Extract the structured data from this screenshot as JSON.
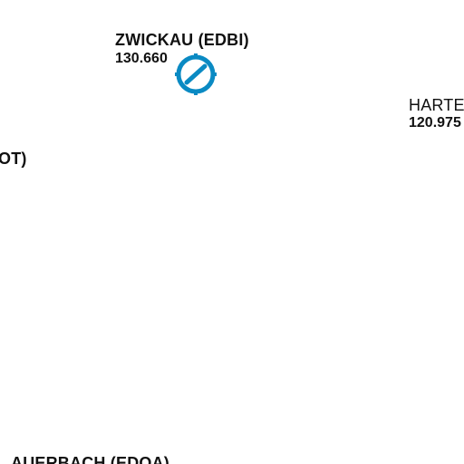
{
  "map": {
    "accent_color": "#0a8ac3",
    "airports": [
      {
        "id": "zwickau",
        "name": "ZWICKAU (EDBI)",
        "frequency": "130.660",
        "icon": "airport-icon"
      },
      {
        "id": "harte",
        "name": "HARTE",
        "frequency": "120.975",
        "icon": ""
      },
      {
        "id": "left-edge",
        "name": "OT)",
        "frequency": "",
        "icon": ""
      },
      {
        "id": "auerbach",
        "name": "AUERBACH (EDOA)",
        "frequency": "",
        "icon": ""
      }
    ]
  }
}
